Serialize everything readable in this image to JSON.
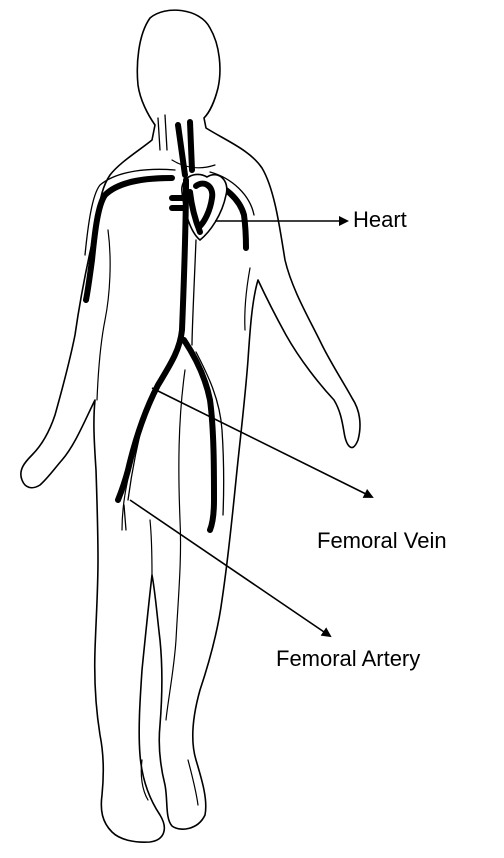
{
  "labels": {
    "heart": "Heart",
    "femoral_vein": "Femoral Vein",
    "femoral_artery": "Femoral Artery"
  },
  "colors": {
    "ink": "#000000",
    "background": "#ffffff"
  }
}
